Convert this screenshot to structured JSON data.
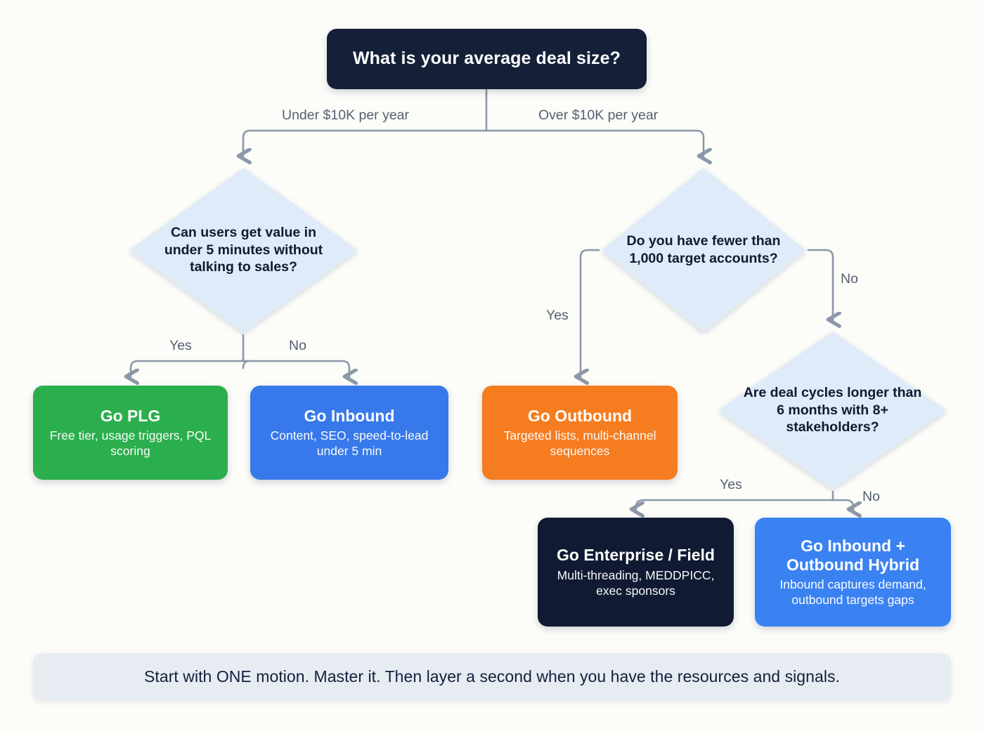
{
  "theme": {
    "background": "#fcfcf9",
    "navy": "#141f38",
    "navy_dark": "#101a32",
    "green": "#2bae4d",
    "blue": "#3779ea",
    "blue_bright": "#3a82f2",
    "orange": "#f57c1f",
    "diamond_fill": "#dfebf9",
    "connector": "#8b98a8",
    "label_text": "#55606f",
    "banner_bg": "#e7ecf3"
  },
  "root": {
    "title": "What is your average deal size?"
  },
  "decisions": {
    "d1": {
      "text": "Can users get value in under 5 minutes without talking to sales?"
    },
    "d2": {
      "text": "Do you have fewer than 1,000 target accounts?"
    },
    "d3": {
      "text": "Are deal cycles longer than 6 months with 8+ stakeholders?"
    }
  },
  "outcomes": {
    "plg": {
      "title": "Go PLG",
      "detail": "Free tier, usage triggers, PQL scoring"
    },
    "inbound": {
      "title": "Go Inbound",
      "detail": "Content, SEO, speed-to-lead under 5 min"
    },
    "outbound": {
      "title": "Go Outbound",
      "detail": "Targeted lists, multi-channel sequences"
    },
    "enterprise": {
      "title": "Go Enterprise / Field",
      "detail": "Multi-threading, MEDDPICC, exec sponsors"
    },
    "hybrid": {
      "title": "Go Inbound + Outbound Hybrid",
      "detail": "Inbound captures demand, outbound targets gaps"
    }
  },
  "edge_labels": {
    "under_10k": "Under $10K per year",
    "over_10k": "Over $10K per year",
    "d1_yes": "Yes",
    "d1_no": "No",
    "d2_yes": "Yes",
    "d2_no": "No",
    "d3_yes": "Yes",
    "d3_no": "No"
  },
  "footer": {
    "text": "Start with ONE motion. Master it. Then layer a second when you have the resources and signals."
  },
  "chart_data": {
    "type": "diagram",
    "title": "Go-to-market motion decision tree",
    "nodes": [
      {
        "id": "root",
        "shape": "rounded-rect",
        "label": "What is your average deal size?"
      },
      {
        "id": "d1",
        "shape": "diamond",
        "label": "Can users get value in under 5 minutes without talking to sales?"
      },
      {
        "id": "d2",
        "shape": "diamond",
        "label": "Do you have fewer than 1,000 target accounts?"
      },
      {
        "id": "d3",
        "shape": "diamond",
        "label": "Are deal cycles longer than 6 months with 8+ stakeholders?"
      },
      {
        "id": "plg",
        "shape": "rounded-rect",
        "label": "Go PLG"
      },
      {
        "id": "inbound",
        "shape": "rounded-rect",
        "label": "Go Inbound"
      },
      {
        "id": "outbound",
        "shape": "rounded-rect",
        "label": "Go Outbound"
      },
      {
        "id": "enterprise",
        "shape": "rounded-rect",
        "label": "Go Enterprise / Field"
      },
      {
        "id": "hybrid",
        "shape": "rounded-rect",
        "label": "Go Inbound + Outbound Hybrid"
      }
    ],
    "edges": [
      {
        "from": "root",
        "to": "d1",
        "label": "Under $10K per year"
      },
      {
        "from": "root",
        "to": "d2",
        "label": "Over $10K per year"
      },
      {
        "from": "d1",
        "to": "plg",
        "label": "Yes"
      },
      {
        "from": "d1",
        "to": "inbound",
        "label": "No"
      },
      {
        "from": "d2",
        "to": "outbound",
        "label": "Yes"
      },
      {
        "from": "d2",
        "to": "d3",
        "label": "No"
      },
      {
        "from": "d3",
        "to": "enterprise",
        "label": "Yes"
      },
      {
        "from": "d3",
        "to": "hybrid",
        "label": "No"
      }
    ]
  }
}
